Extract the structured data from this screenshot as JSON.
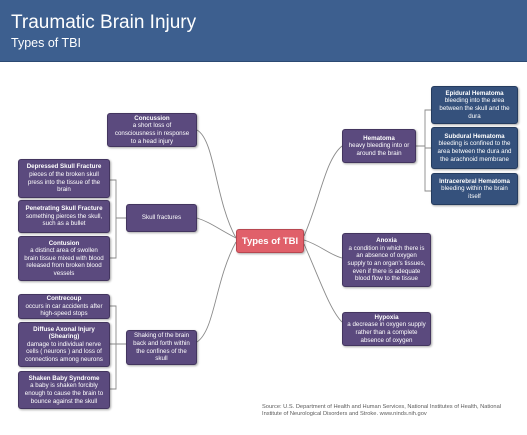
{
  "header": {
    "title": "Traumatic Brain Injury",
    "subtitle": "Types of TBI"
  },
  "nodes": {
    "center": {
      "title": "Types of TBI"
    },
    "concussion": {
      "title": "Concussion",
      "desc": "a short loss of consciousness in response to a head injury"
    },
    "skull_fractures": {
      "title": "Skull fractures"
    },
    "depressed": {
      "title": "Depressed Skull Fracture",
      "desc": "pieces of the broken skull press into the tissue of the brain"
    },
    "penetrating": {
      "title": "Penetrating Skull Fracture",
      "desc": "something pierces the skull, such as a bullet"
    },
    "contusion": {
      "title": "Contusion",
      "desc": "a distinct area of swollen brain tissue mixed with blood released from broken blood vessels"
    },
    "shaking": {
      "title": "Shaking of the brain back and forth within the confines of the skull"
    },
    "contrecoup": {
      "title": "Contrecoup",
      "desc": "occurs in car accidents after high-speed stops"
    },
    "diffuse": {
      "title": "Diffuse Axonal Injury (Shearing)",
      "desc": "damage to individual nerve cells ( neurons ) and loss of connections among neurons"
    },
    "shaken": {
      "title": "Shaken Baby Syndrome",
      "desc": "a baby is shaken forcibly enough to cause the brain to bounce against the skull"
    },
    "hematoma": {
      "title": "Hematoma",
      "desc": "heavy bleeding into or around the brain"
    },
    "epidural": {
      "title": "Epidural Hematoma",
      "desc": "bleeding into the area between the skull and the dura"
    },
    "subdural": {
      "title": "Subdural Hematoma",
      "desc": "bleeding is confined to the area between the dura and the arachnoid membrane"
    },
    "intracerebral": {
      "title": "Intracerebral Hematoma",
      "desc": "bleeding within the brain itself"
    },
    "anoxia": {
      "title": "Anoxia",
      "desc": "a condition in which there is an absence of oxygen supply to an organ's tissues, even if there is adequate blood flow to the tissue"
    },
    "hypoxia": {
      "title": "Hypoxia",
      "desc": "a decrease in oxygen supply rather than a complete absence of oxygen"
    }
  },
  "source": "Source: U.S. Department of Health and Human Services, National Institutes of Health, National Institute of Neurological Disorders and Stroke. www.ninds.nih.gov",
  "colors": {
    "header": "#3d5f8f",
    "purple_node": "#5b4a7e",
    "blue_node": "#35517c",
    "center_node": "#e0606a",
    "connector": "#8a8a8a"
  }
}
